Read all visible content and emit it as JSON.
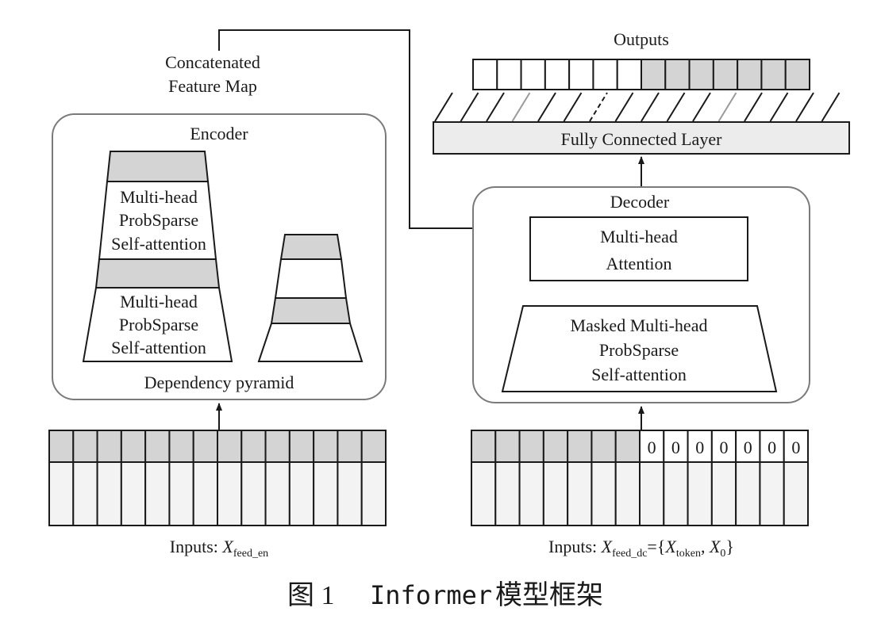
{
  "labels": {
    "concat_line1": "Concatenated",
    "concat_line2": "Feature Map",
    "encoder_title": "Encoder",
    "enc_attn1": [
      "Multi-head",
      "ProbSparse",
      "Self-attention"
    ],
    "enc_attn2": [
      "Multi-head",
      "ProbSparse",
      "Self-attention"
    ],
    "dependency_pyramid": "Dependency pyramid",
    "outputs": "Outputs",
    "fc_layer": "Fully Connected Layer",
    "decoder_title": "Decoder",
    "dec_attn": [
      "Multi-head",
      "Attention"
    ],
    "dec_masked_attn": [
      "Masked Multi-head",
      "ProbSparse",
      "Self-attention"
    ],
    "inputs_en_prefix": "Inputs: ",
    "inputs_en_var": "X",
    "inputs_en_sub": "feed_en",
    "inputs_dc_prefix": "Inputs: ",
    "inputs_dc_var": "X",
    "inputs_dc_sub": "feed_dc",
    "inputs_dc_eq": "={",
    "inputs_dc_tok_var": "X",
    "inputs_dc_tok_sub": "token",
    "inputs_dc_comma": ", ",
    "inputs_dc_x0_var": "X",
    "inputs_dc_x0_sub": "0",
    "inputs_dc_close": "}",
    "zero_cell": "0",
    "caption_cn": "图 1",
    "caption_en": "Informer",
    "caption_cn2": "模型框架"
  },
  "colors": {
    "shaded": "#d4d4d4",
    "light": "#f3f3f3",
    "line": "#1a1a1a",
    "box_border": "#7a7a7a"
  }
}
